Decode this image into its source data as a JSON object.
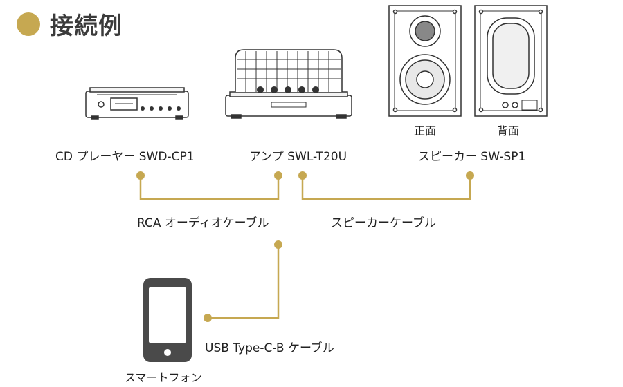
{
  "title": "接続例",
  "devices": {
    "cd_player": "CD プレーヤー SWD-CP1",
    "amp": "アンプ SWL-T20U",
    "speaker": "スピーカー SW-SP1",
    "speaker_front": "正面",
    "speaker_back": "背面",
    "smartphone": "スマートフォン"
  },
  "cables": {
    "rca": "RCA オーディオケーブル",
    "speaker": "スピーカーケーブル",
    "usb": "USB Type-C-B ケーブル"
  },
  "colors": {
    "accent": "#c6a851",
    "line": "#c6a851",
    "device_stroke": "#333333",
    "phone": "#4a4a4a"
  }
}
